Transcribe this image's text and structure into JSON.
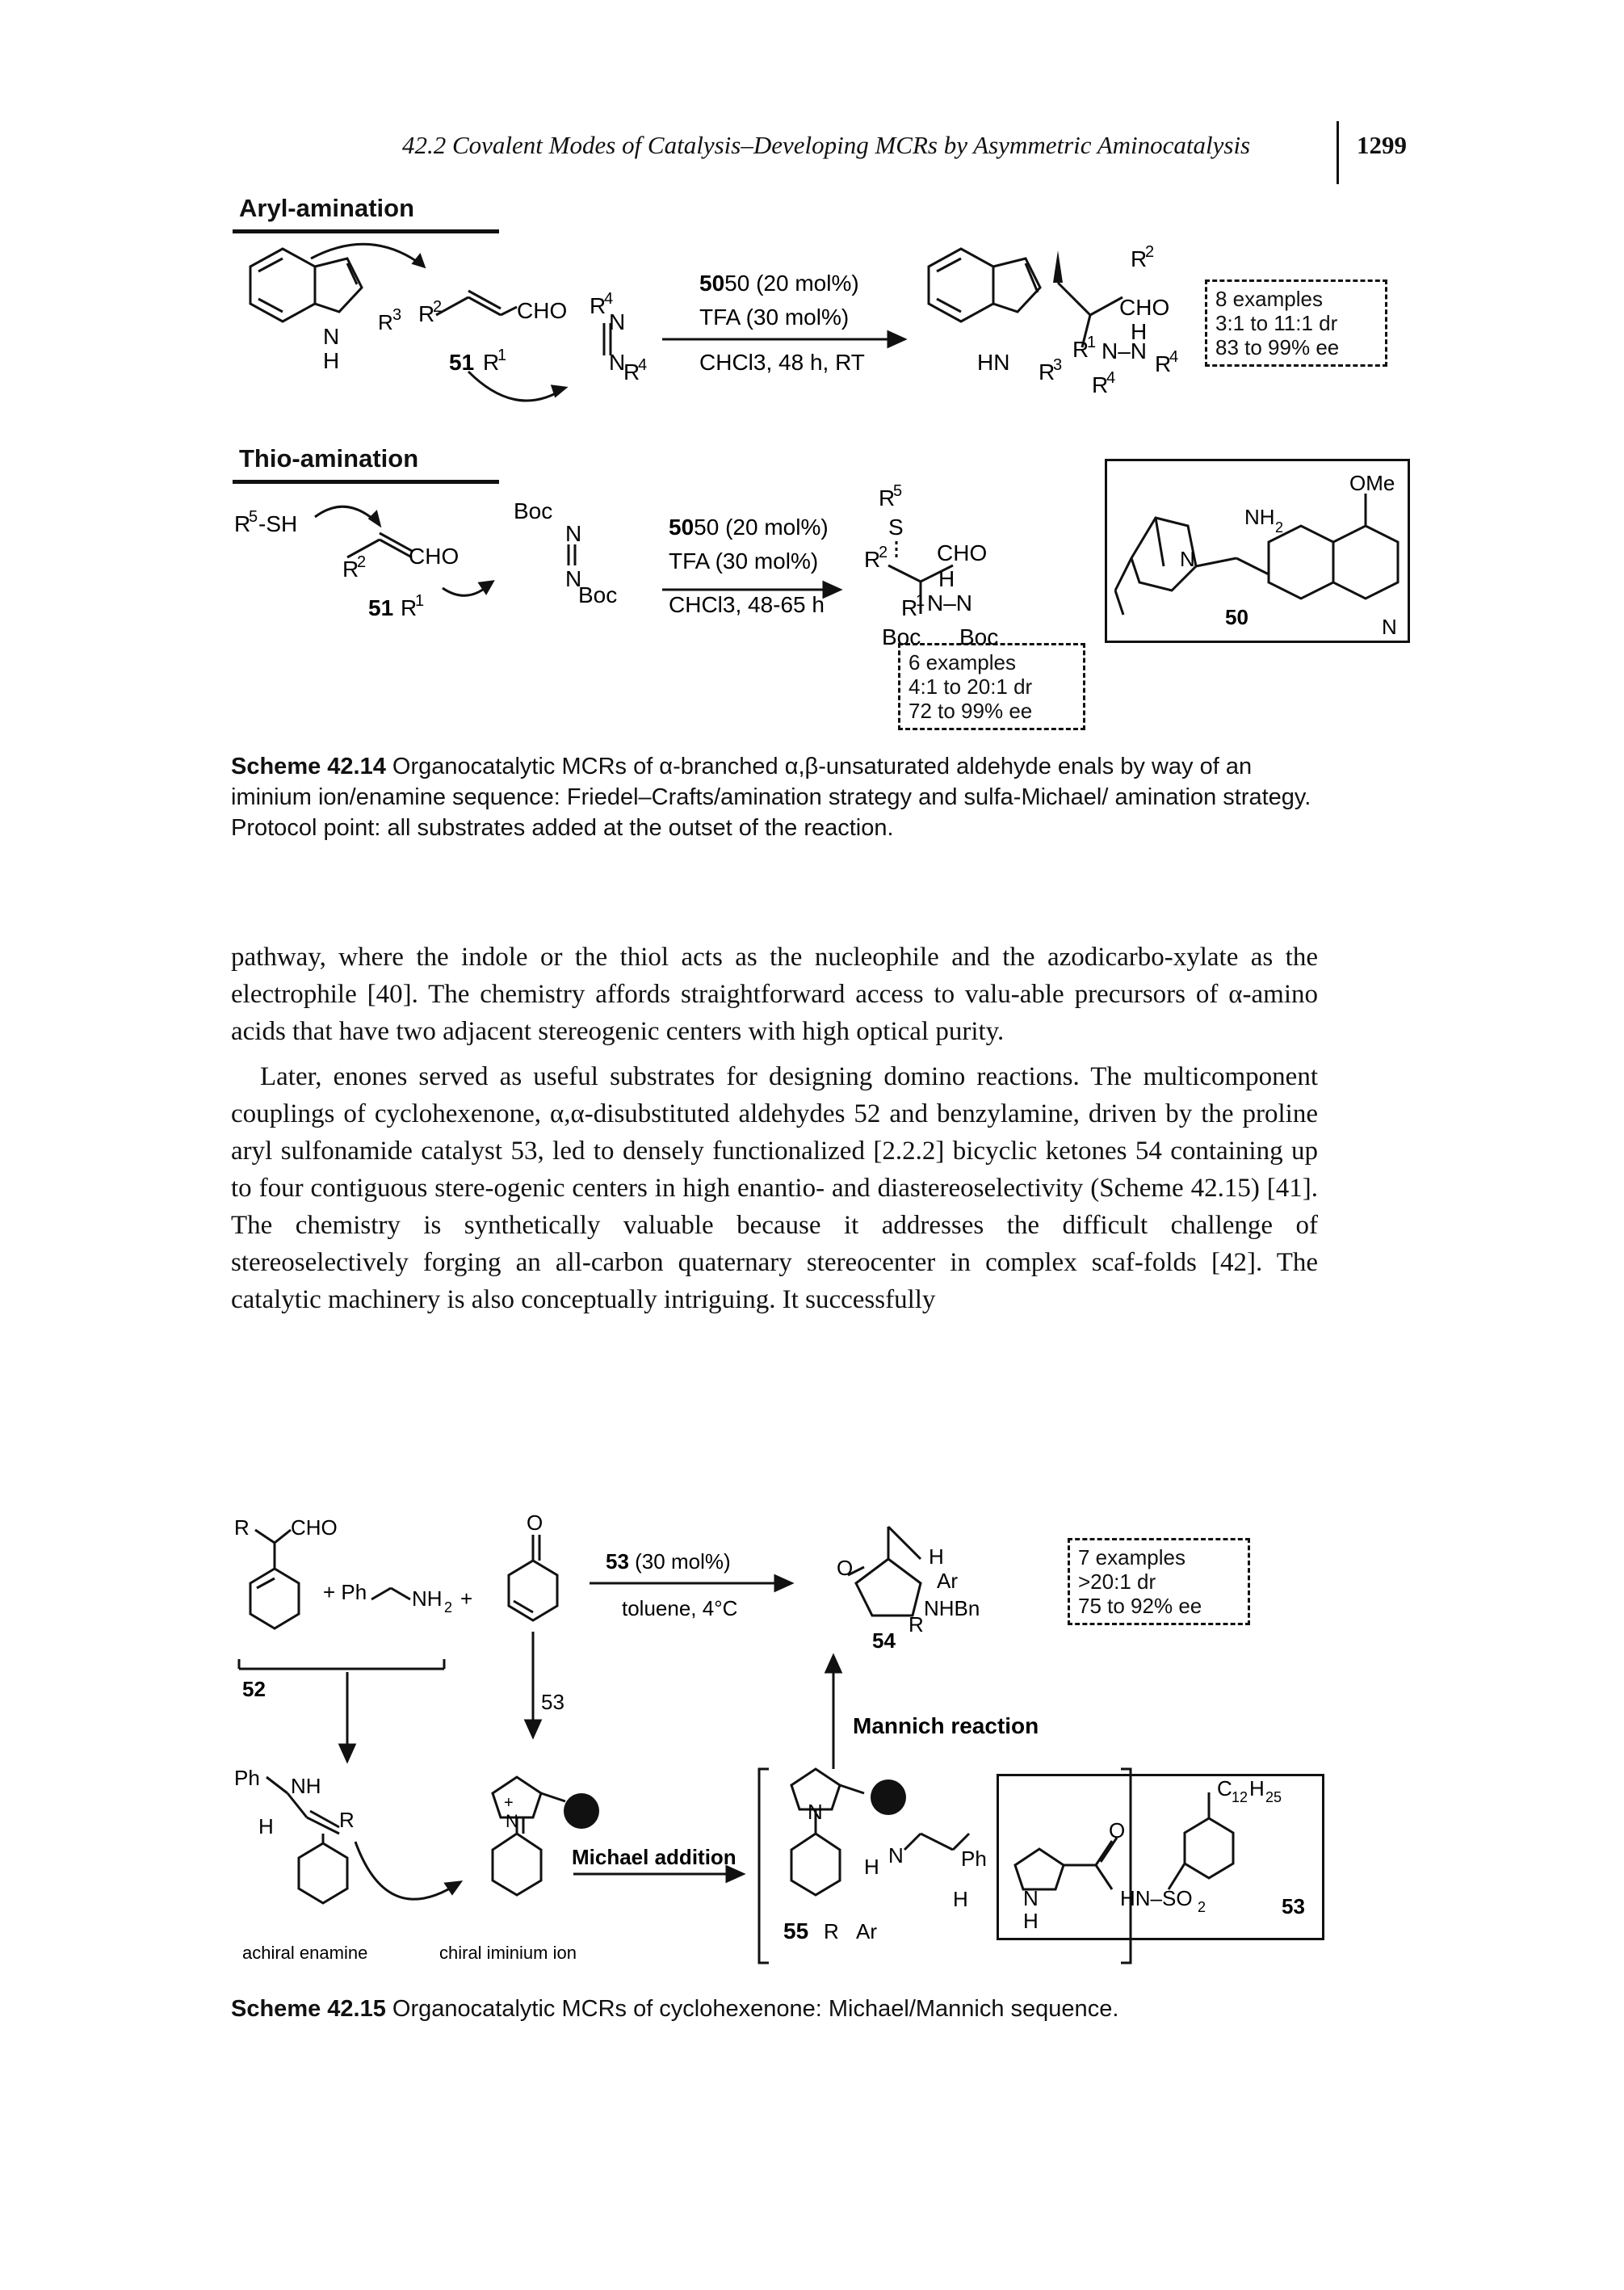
{
  "header": {
    "running_title": "42.2 Covalent Modes of Catalysis–Developing MCRs by Asymmetric Aminocatalysis",
    "page_number": "1299"
  },
  "scheme_42_14": {
    "aryl": {
      "section_label": "Aryl-amination",
      "reagent_top": "50 (20 mol%)",
      "reagent_mid": "TFA (30 mol%)",
      "reagent_bot": "CHCl3, 48 h, RT",
      "result_lines": [
        "8 examples",
        "3:1 to 11:1 dr",
        "83 to 99% ee"
      ]
    },
    "thio": {
      "section_label": "Thio-amination",
      "reagent_top": "50 (20 mol%)",
      "reagent_mid": "TFA (30 mol%)",
      "reagent_bot": "CHCl3, 48-65 h",
      "result_lines": [
        "6 examples",
        "4:1 to 20:1 dr",
        "72 to 99% ee"
      ]
    },
    "catalyst_label": "50",
    "caption_label": "Scheme 42.14",
    "caption_text": "Organocatalytic MCRs of α-branched α,β-unsaturated aldehyde enals by way of an iminium ion/enamine sequence: Friedel–Crafts/amination strategy and sulfa-Michael/ amination strategy. Protocol point: all substrates added at the outset of the reaction."
  },
  "body": {
    "para1": "pathway, where the indole or the thiol acts as the nucleophile and the azodicarbo-xylate as the electrophile [40]. The chemistry affords straightforward access to valu-able precursors of α-amino acids that have two adjacent stereogenic centers with high optical purity.",
    "para2": "Later, enones served as useful substrates for designing domino reactions. The multicomponent couplings of cyclohexenone, α,α-disubstituted aldehydes 52 and benzylamine, driven by the proline aryl sulfonamide catalyst 53, led to densely functionalized [2.2.2] bicyclic ketones 54 containing up to four contiguous stere-ogenic centers in high enantio- and diastereoselectivity (Scheme 42.15) [41]. The chemistry is synthetically valuable because it addresses the difficult challenge of stereoselectively forging an all-carbon quaternary stereocenter in complex scaf-folds [42]. The catalytic machinery is also conceptually intriguing. It successfully"
  },
  "scheme_42_15": {
    "reagent_top": "53 (30 mol%)",
    "reagent_bot": "toluene, 4°C",
    "result_lines": [
      "7 examples",
      ">20:1 dr",
      "75 to 92% ee"
    ],
    "mannich_label": "Mannich reaction",
    "michael_label": "Michael addition",
    "achiral_label": "achiral enamine",
    "chiral_label": "chiral iminium ion",
    "label_52": "52",
    "label_53": "53",
    "label_54": "54",
    "label_55": "55",
    "caption_label": "Scheme 42.15",
    "caption_text": "Organocatalytic MCRs of cyclohexenone: Michael/Mannich sequence."
  }
}
